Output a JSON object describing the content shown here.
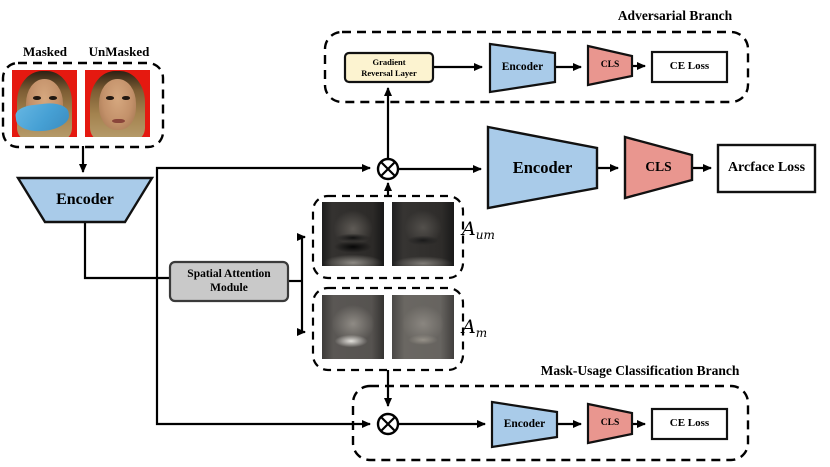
{
  "input": {
    "masked_label": "Masked",
    "unmasked_label": "UnMasked"
  },
  "left_encoder": {
    "label": "Encoder"
  },
  "sam": {
    "line1": "Spatial Attention",
    "line2": "Module"
  },
  "attention": {
    "um_base": "A",
    "um_sub": "um",
    "m_base": "A",
    "m_sub": "m"
  },
  "adversarial": {
    "title": "Adversarial Branch",
    "grl_line1": "Gradient",
    "grl_line2": "Reversal Layer",
    "encoder_label": "Encoder",
    "cls_label": "CLS",
    "loss_label": "CE Loss"
  },
  "main": {
    "encoder_label": "Encoder",
    "cls_label": "CLS",
    "loss_label": "Arcface Loss"
  },
  "mask_usage": {
    "title": "Mask-Usage Classification Branch",
    "encoder_label": "Encoder",
    "cls_label": "CLS",
    "loss_label": "CE Loss"
  },
  "operators": {
    "multiply_symbol": "⊗"
  },
  "colors": {
    "encoder_blue": "#a9cbe9",
    "cls_pink": "#e9968f",
    "grl_cream": "#fcf3d0",
    "sam_gray": "#c9c9c9",
    "line_black": "#000000",
    "photo_background_red": "#e51910",
    "mask_blue": "#46a0d4"
  }
}
